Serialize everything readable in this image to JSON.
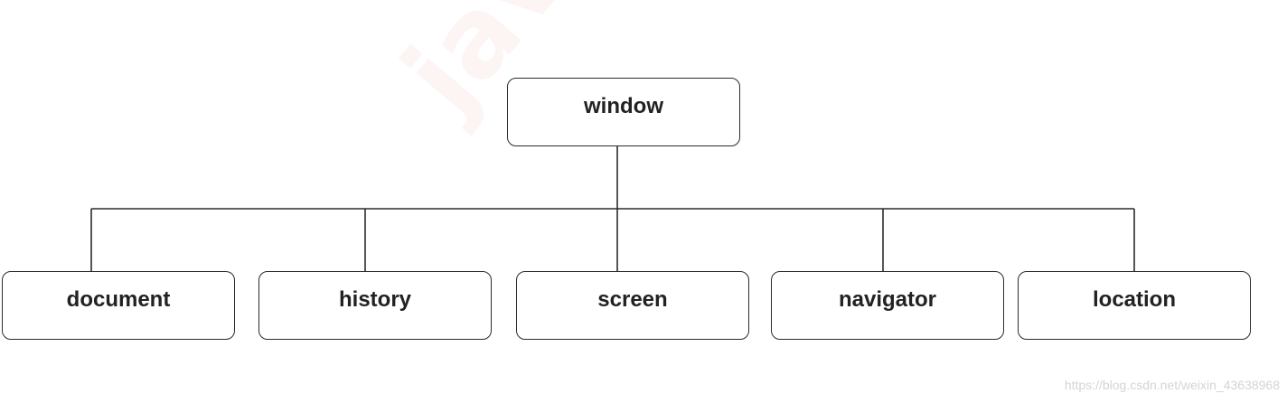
{
  "diagram": {
    "root": {
      "label": "window"
    },
    "children": [
      {
        "label": "document"
      },
      {
        "label": "history"
      },
      {
        "label": "screen"
      },
      {
        "label": "navigator"
      },
      {
        "label": "location"
      }
    ],
    "line_color": "#2b2b2b"
  },
  "watermark": {
    "text": "javatpoint.com",
    "credit": "https://blog.csdn.net/weixin_43638968"
  }
}
